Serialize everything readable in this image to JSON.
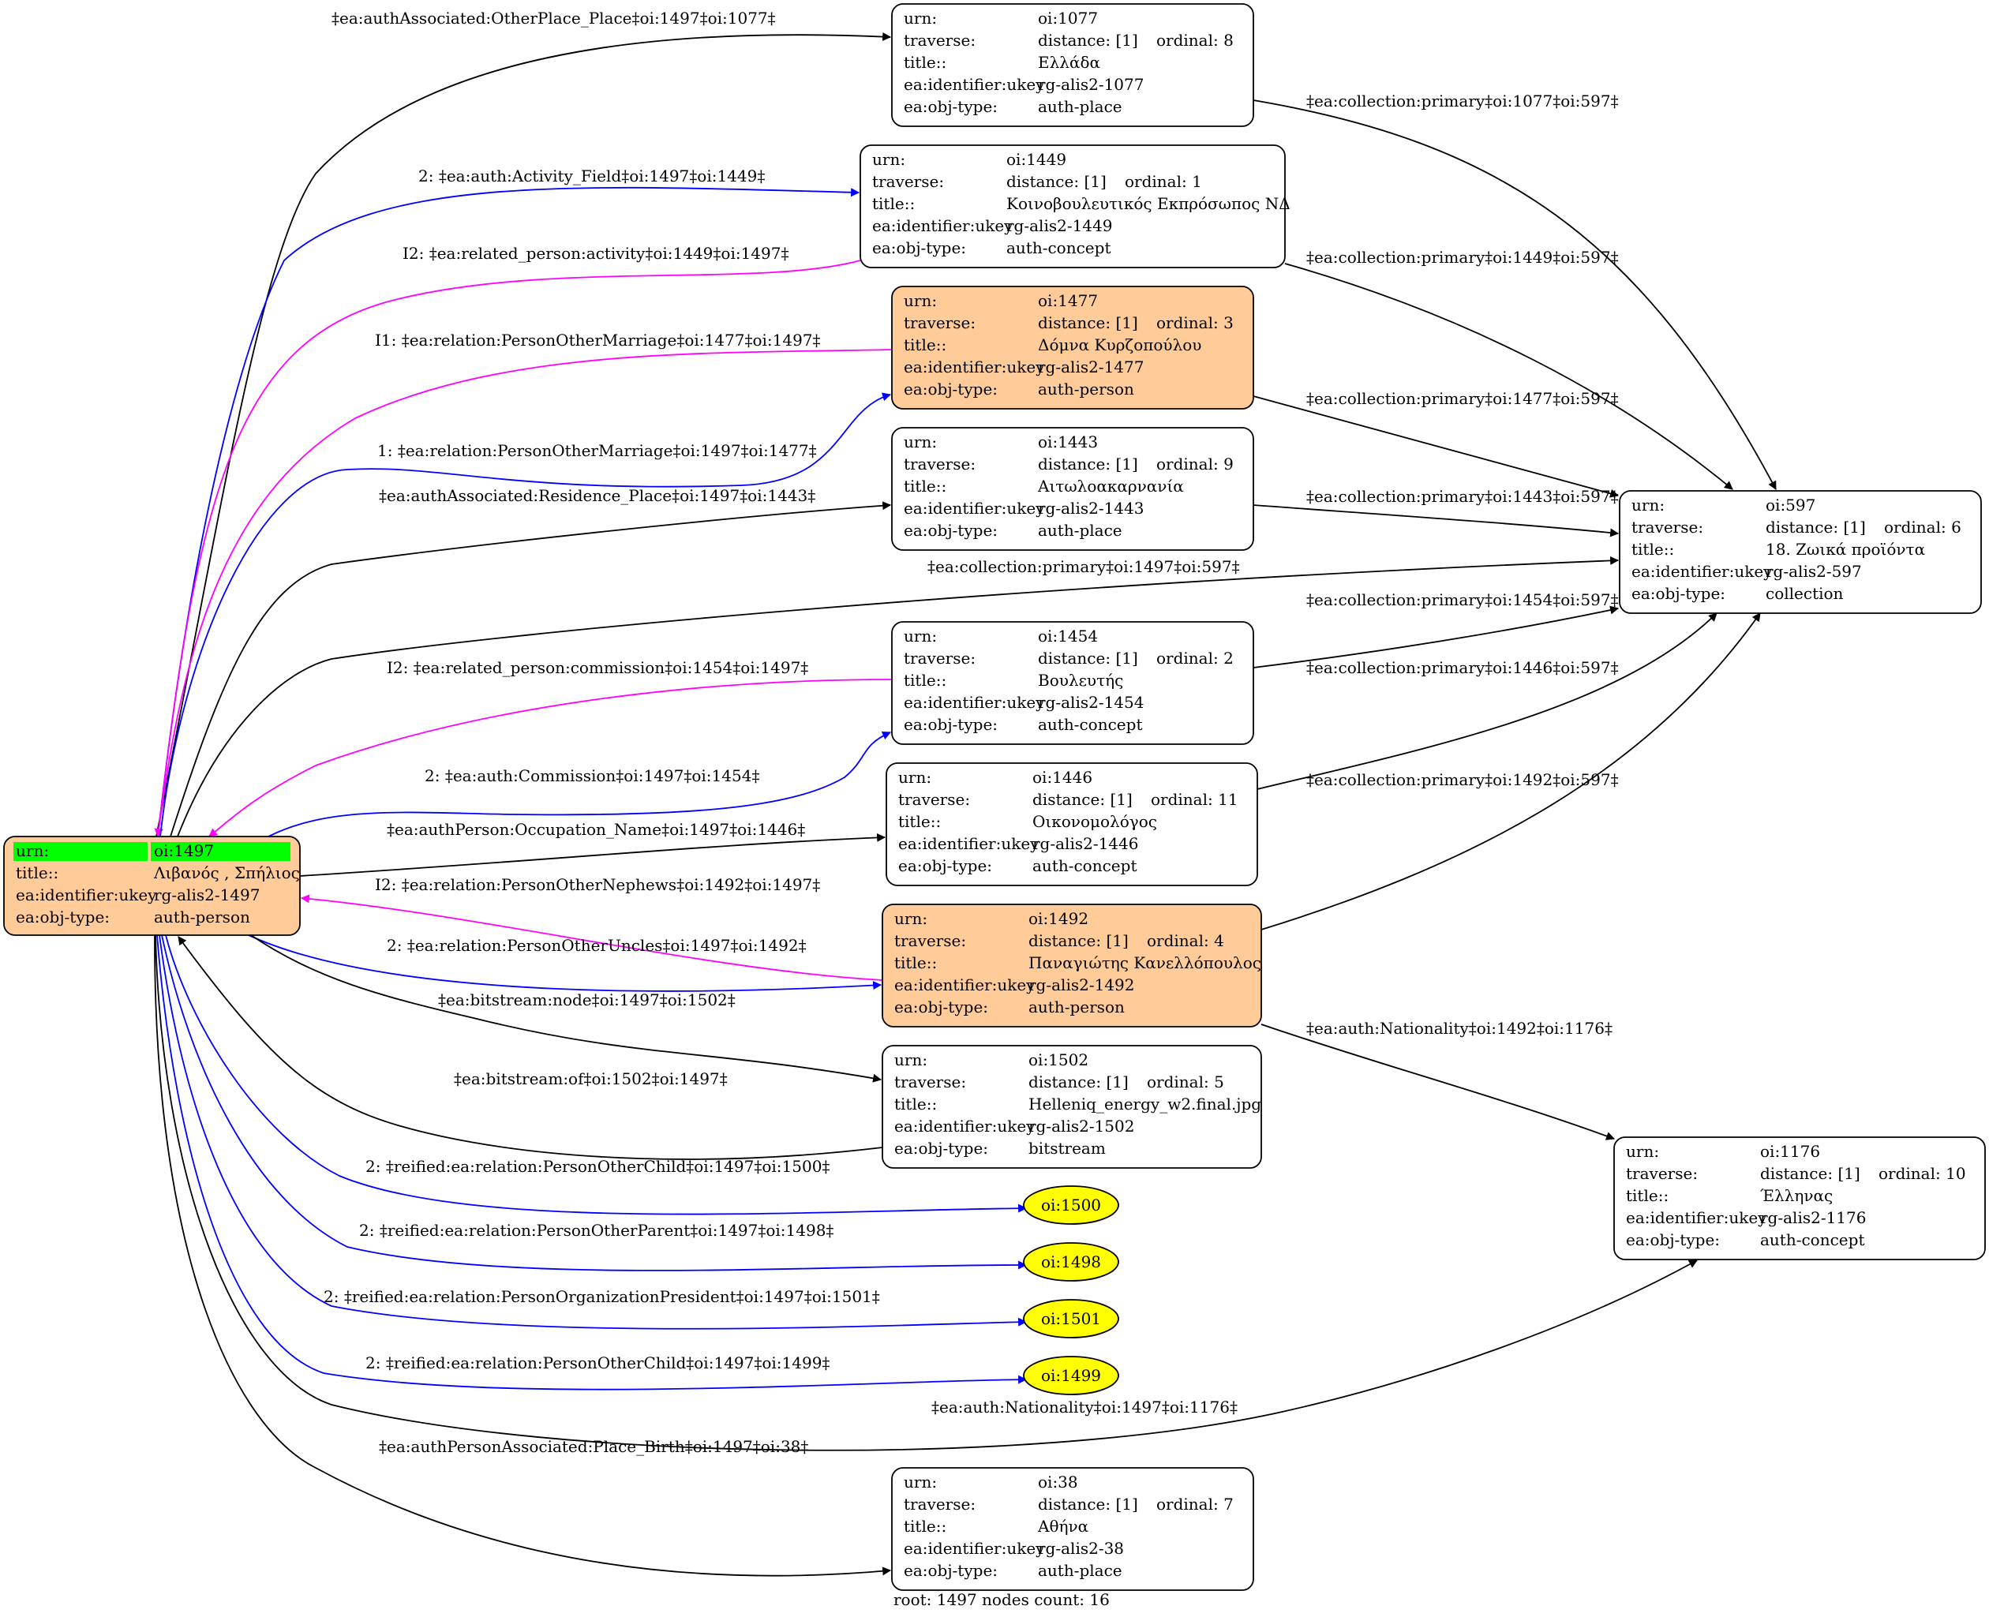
{
  "colors": {
    "highlight_fill": "#ffcc99",
    "plain_fill": "#ffffff",
    "root_header": "#00ff00",
    "ellipse_fill": "#ffff00",
    "edge_black": "#000000",
    "edge_blue": "#0000ff",
    "edge_magenta": "#ff00ff"
  },
  "footer": "root: 1497 nodes count: 16",
  "nodes": [
    {
      "id": "n1497",
      "kind": "root",
      "rows": [
        [
          "urn:",
          "oi:1497",
          ""
        ],
        [
          "title::",
          "Λιβανός , Σπήλιος",
          ""
        ],
        [
          "ea:identifier:ukey",
          "rg-alis2-1497",
          ""
        ],
        [
          "ea:obj-type:",
          "auth-person",
          ""
        ]
      ]
    },
    {
      "id": "n1077",
      "kind": "plain",
      "rows": [
        [
          "urn:",
          "oi:1077",
          ""
        ],
        [
          "traverse:",
          "distance: [1]",
          "ordinal: 8"
        ],
        [
          "title::",
          "Ελλάδα",
          ""
        ],
        [
          "ea:identifier:ukey",
          "rg-alis2-1077",
          ""
        ],
        [
          "ea:obj-type:",
          "auth-place",
          ""
        ]
      ]
    },
    {
      "id": "n1449",
      "kind": "plain",
      "rows": [
        [
          "urn:",
          "oi:1449",
          ""
        ],
        [
          "traverse:",
          "distance: [1]",
          "ordinal: 1"
        ],
        [
          "title::",
          "Κοινοβουλευτικός Εκπρόσωπος ΝΔ",
          ""
        ],
        [
          "ea:identifier:ukey",
          "rg-alis2-1449",
          ""
        ],
        [
          "ea:obj-type:",
          "auth-concept",
          ""
        ]
      ]
    },
    {
      "id": "n1477",
      "kind": "highlight",
      "rows": [
        [
          "urn:",
          "oi:1477",
          ""
        ],
        [
          "traverse:",
          "distance: [1]",
          "ordinal: 3"
        ],
        [
          "title::",
          "Δόμνα Κυρζοπούλου",
          ""
        ],
        [
          "ea:identifier:ukey",
          "rg-alis2-1477",
          ""
        ],
        [
          "ea:obj-type:",
          "auth-person",
          ""
        ]
      ]
    },
    {
      "id": "n1443",
      "kind": "plain",
      "rows": [
        [
          "urn:",
          "oi:1443",
          ""
        ],
        [
          "traverse:",
          "distance: [1]",
          "ordinal: 9"
        ],
        [
          "title::",
          "Αιτωλοακαρνανία",
          ""
        ],
        [
          "ea:identifier:ukey",
          "rg-alis2-1443",
          ""
        ],
        [
          "ea:obj-type:",
          "auth-place",
          ""
        ]
      ]
    },
    {
      "id": "n597",
      "kind": "plain",
      "rows": [
        [
          "urn:",
          "oi:597",
          ""
        ],
        [
          "traverse:",
          "distance: [1]",
          "ordinal: 6"
        ],
        [
          "title::",
          "18. Ζωικά προϊόντα",
          ""
        ],
        [
          "ea:identifier:ukey",
          "rg-alis2-597",
          ""
        ],
        [
          "ea:obj-type:",
          "collection",
          ""
        ]
      ]
    },
    {
      "id": "n1454",
      "kind": "plain",
      "rows": [
        [
          "urn:",
          "oi:1454",
          ""
        ],
        [
          "traverse:",
          "distance: [1]",
          "ordinal: 2"
        ],
        [
          "title::",
          "Βουλευτής",
          ""
        ],
        [
          "ea:identifier:ukey",
          "rg-alis2-1454",
          ""
        ],
        [
          "ea:obj-type:",
          "auth-concept",
          ""
        ]
      ]
    },
    {
      "id": "n1446",
      "kind": "plain",
      "rows": [
        [
          "urn:",
          "oi:1446",
          ""
        ],
        [
          "traverse:",
          "distance: [1]",
          "ordinal: 11"
        ],
        [
          "title::",
          "Οικονομολόγος",
          ""
        ],
        [
          "ea:identifier:ukey",
          "rg-alis2-1446",
          ""
        ],
        [
          "ea:obj-type:",
          "auth-concept",
          ""
        ]
      ]
    },
    {
      "id": "n1492",
      "kind": "highlight",
      "rows": [
        [
          "urn:",
          "oi:1492",
          ""
        ],
        [
          "traverse:",
          "distance: [1]",
          "ordinal: 4"
        ],
        [
          "title::",
          "Παναγιώτης Κανελλόπουλος",
          ""
        ],
        [
          "ea:identifier:ukey",
          "rg-alis2-1492",
          ""
        ],
        [
          "ea:obj-type:",
          "auth-person",
          ""
        ]
      ]
    },
    {
      "id": "n1502",
      "kind": "plain",
      "rows": [
        [
          "urn:",
          "oi:1502",
          ""
        ],
        [
          "traverse:",
          "distance: [1]",
          "ordinal: 5"
        ],
        [
          "title::",
          "Helleniq_energy_w2.final.jpg",
          ""
        ],
        [
          "ea:identifier:ukey",
          "rg-alis2-1502",
          ""
        ],
        [
          "ea:obj-type:",
          "bitstream",
          ""
        ]
      ]
    },
    {
      "id": "n1176",
      "kind": "plain",
      "rows": [
        [
          "urn:",
          "oi:1176",
          ""
        ],
        [
          "traverse:",
          "distance: [1]",
          "ordinal: 10"
        ],
        [
          "title::",
          "Έλληνας",
          ""
        ],
        [
          "ea:identifier:ukey",
          "rg-alis2-1176",
          ""
        ],
        [
          "ea:obj-type:",
          "auth-concept",
          ""
        ]
      ]
    },
    {
      "id": "n38",
      "kind": "plain",
      "rows": [
        [
          "urn:",
          "oi:38",
          ""
        ],
        [
          "traverse:",
          "distance: [1]",
          "ordinal: 7"
        ],
        [
          "title::",
          "Αθήνα",
          ""
        ],
        [
          "ea:identifier:ukey",
          "rg-alis2-38",
          ""
        ],
        [
          "ea:obj-type:",
          "auth-place",
          ""
        ]
      ]
    },
    {
      "id": "e1500",
      "kind": "ellipse",
      "label": "oi:1500"
    },
    {
      "id": "e1498",
      "kind": "ellipse",
      "label": "oi:1498"
    },
    {
      "id": "e1501",
      "kind": "ellipse",
      "label": "oi:1501"
    },
    {
      "id": "e1499",
      "kind": "ellipse",
      "label": "oi:1499"
    }
  ],
  "edges": [
    {
      "id": "E1",
      "color": "black",
      "label": "‡ea:authAssociated:OtherPlace_Place‡oi:1497‡oi:1077‡"
    },
    {
      "id": "E2",
      "color": "blue",
      "label": "2: ‡ea:auth:Activity_Field‡oi:1497‡oi:1449‡"
    },
    {
      "id": "E3",
      "color": "magenta",
      "label": "I2: ‡ea:related_person:activity‡oi:1449‡oi:1497‡"
    },
    {
      "id": "E4",
      "color": "magenta",
      "label": "I1: ‡ea:relation:PersonOtherMarriage‡oi:1477‡oi:1497‡"
    },
    {
      "id": "E5",
      "color": "blue",
      "label": "1: ‡ea:relation:PersonOtherMarriage‡oi:1497‡oi:1477‡"
    },
    {
      "id": "E6",
      "color": "black",
      "label": "‡ea:authAssociated:Residence_Place‡oi:1497‡oi:1443‡"
    },
    {
      "id": "E7",
      "color": "black",
      "label": "‡ea:collection:primary‡oi:1497‡oi:597‡"
    },
    {
      "id": "E8",
      "color": "magenta",
      "label": "I2: ‡ea:related_person:commission‡oi:1454‡oi:1497‡"
    },
    {
      "id": "E9",
      "color": "blue",
      "label": "2: ‡ea:auth:Commission‡oi:1497‡oi:1454‡"
    },
    {
      "id": "E10",
      "color": "black",
      "label": "‡ea:authPerson:Occupation_Name‡oi:1497‡oi:1446‡"
    },
    {
      "id": "E11",
      "color": "magenta",
      "label": "I2: ‡ea:relation:PersonOtherNephews‡oi:1492‡oi:1497‡"
    },
    {
      "id": "E12",
      "color": "blue",
      "label": "2: ‡ea:relation:PersonOtherUncles‡oi:1497‡oi:1492‡"
    },
    {
      "id": "E13",
      "color": "black",
      "label": "‡ea:bitstream:node‡oi:1497‡oi:1502‡"
    },
    {
      "id": "E14",
      "color": "black",
      "label": "‡ea:bitstream:of‡oi:1502‡oi:1497‡"
    },
    {
      "id": "E15",
      "color": "blue",
      "label": "2: ‡reified:ea:relation:PersonOtherChild‡oi:1497‡oi:1500‡"
    },
    {
      "id": "E16",
      "color": "blue",
      "label": "2: ‡reified:ea:relation:PersonOtherParent‡oi:1497‡oi:1498‡"
    },
    {
      "id": "E17",
      "color": "blue",
      "label": "2: ‡reified:ea:relation:PersonOrganizationPresident‡oi:1497‡oi:1501‡"
    },
    {
      "id": "E18",
      "color": "blue",
      "label": "2: ‡reified:ea:relation:PersonOtherChild‡oi:1497‡oi:1499‡"
    },
    {
      "id": "E19",
      "color": "black",
      "label": "‡ea:auth:Nationality‡oi:1497‡oi:1176‡"
    },
    {
      "id": "E20",
      "color": "black",
      "label": "‡ea:authPersonAssociated:Place_Birth‡oi:1497‡oi:38‡"
    },
    {
      "id": "E21",
      "color": "black",
      "label": "‡ea:collection:primary‡oi:1077‡oi:597‡"
    },
    {
      "id": "E22",
      "color": "black",
      "label": "‡ea:collection:primary‡oi:1449‡oi:597‡"
    },
    {
      "id": "E23",
      "color": "black",
      "label": "‡ea:collection:primary‡oi:1477‡oi:597‡"
    },
    {
      "id": "E24",
      "color": "black",
      "label": "‡ea:collection:primary‡oi:1443‡oi:597‡"
    },
    {
      "id": "E25",
      "color": "black",
      "label": "‡ea:collection:primary‡oi:1454‡oi:597‡"
    },
    {
      "id": "E26",
      "color": "black",
      "label": "‡ea:collection:primary‡oi:1446‡oi:597‡"
    },
    {
      "id": "E27",
      "color": "black",
      "label": "‡ea:collection:primary‡oi:1492‡oi:597‡"
    },
    {
      "id": "E28",
      "color": "black",
      "label": "‡ea:auth:Nationality‡oi:1492‡oi:1176‡"
    }
  ]
}
